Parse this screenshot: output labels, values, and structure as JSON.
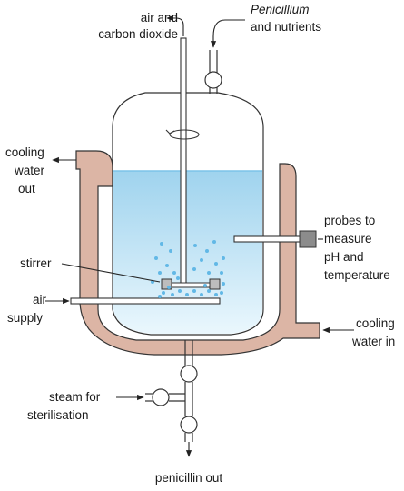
{
  "labels": {
    "air_co2_line1": "air and",
    "air_co2_line2": "carbon dioxide",
    "penicillium_line1": "Penicillium",
    "penicillium_line2": "and nutrients",
    "cooling_out_line1": "cooling",
    "cooling_out_line2": "water",
    "cooling_out_line3": "out",
    "probes_line1": "probes to",
    "probes_line2": "measure",
    "probes_line3": "pH and",
    "probes_line4": "temperature",
    "stirrer": "stirrer",
    "air_supply_line1": "air",
    "air_supply_line2": "supply",
    "cooling_in_line1": "cooling",
    "cooling_in_line2": "water in",
    "steam_line1": "steam for",
    "steam_line2": "sterilisation",
    "penicillin_out": "penicillin out"
  },
  "colors": {
    "jacket": "#dcb5a5",
    "liquid_top": "#9fd3ee",
    "liquid_bottom": "#e8f6fc",
    "bubble": "#62b8e6",
    "outline": "#333333"
  }
}
